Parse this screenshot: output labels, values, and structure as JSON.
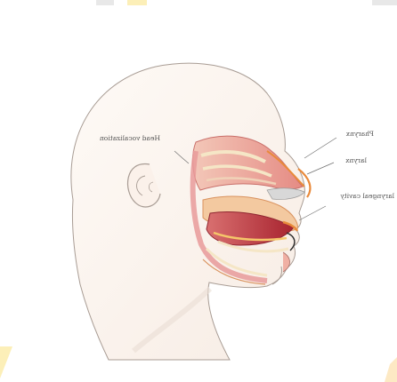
{
  "labels": {
    "head_vocalization": "Head vocalization",
    "pharynx": "Pharynx",
    "larynx": "larynx",
    "laryngeal_cavity": "laryngeal cavity"
  },
  "colors": {
    "skin": "#fdf6f0",
    "outline": "#a89c94",
    "tissue_pink": "#e89a9a",
    "cavity_red": "#b0303a",
    "bone_cream": "#f5e6c6",
    "accent_orange": "#e98a3b",
    "accent_yellow": "#f5c76a",
    "accent_grey": "#d8d8d8"
  }
}
